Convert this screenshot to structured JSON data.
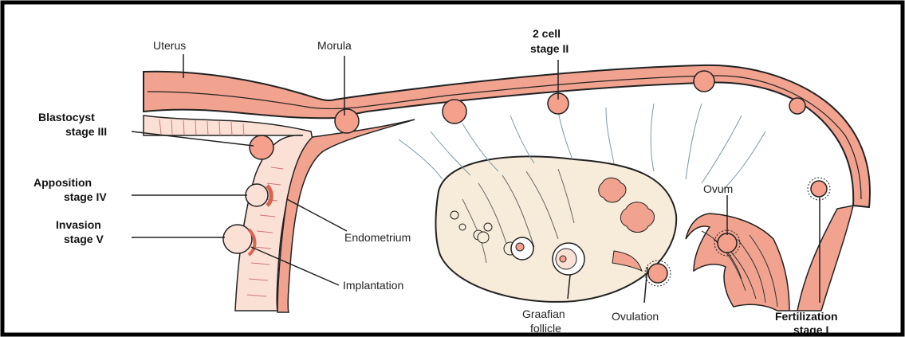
{
  "labels": {
    "uterus": "Uterus",
    "morula": "Morula",
    "two_cell_line1": "2 cell",
    "two_cell_line2": "stage II",
    "blastocyst_line1": "Blastocyst",
    "blastocyst_line2": "stage III",
    "apposition_line1": "Apposition",
    "apposition_line2": "stage IV",
    "invasion_line1": "Invasion",
    "invasion_line2": "stage V",
    "endometrium": "Endometrium",
    "implantation": "Implantation",
    "graafian_line1": "Graafian",
    "graafian_line2": "follicle",
    "ovulation": "Ovulation",
    "ovum": "Ovum",
    "fertilization_line1": "Fertilization",
    "fertilization_line2": "stage I"
  },
  "colors": {
    "tissue": "#f2a38f",
    "tissue_dark": "#d9644f",
    "ovary": "#f7ecd9",
    "cell": "#f4a08c",
    "outline": "#222222",
    "frame": "#000000"
  }
}
